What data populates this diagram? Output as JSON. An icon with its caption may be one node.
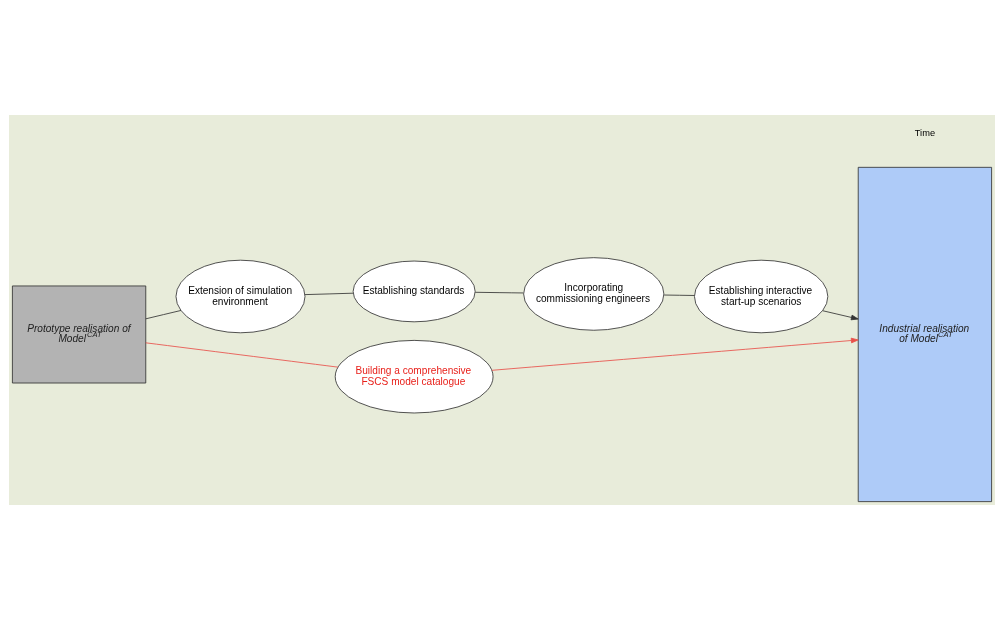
{
  "diagram": {
    "nodes": [
      {
        "text": [
          "Prototype realisation of Model$^{CAT}$"
        ]
      },
      {
        "text": [
          "Extension of simulation environment"
        ]
      },
      {
        "text": [
          "Establishing standards"
        ]
      },
      {
        "text": [
          "Building a comprehensive FSCS model catalogue"
        ]
      },
      {
        "text": [
          "Incorporating commissioning engineers"
        ]
      },
      {
        "text": [
          "Establishing interactive start-up scenarios"
        ]
      },
      {
        "text": [
          "Industrial realisation of Model$^{CAT}$"
        ]
      }
    ],
    "edges": [
      {
        "from": 0,
        "to": 1,
        "arrow": "none"
      },
      {
        "from": 1,
        "to": 2,
        "arrow": "none"
      },
      {
        "from": 2,
        "to": 4,
        "arrow": "none"
      },
      {
        "from": 4,
        "to": 5,
        "arrow": "none"
      },
      {
        "from": 5,
        "to": 6,
        "arrow": "to"
      },
      {
        "from": 0,
        "to": 3,
        "arrow": "none",
        "color": "#e8504a"
      },
      {
        "from": 3,
        "to": 6,
        "arrow": "to",
        "color": "#e8504a"
      }
    ],
    "labels": [
      "Time"
    ]
  }
}
